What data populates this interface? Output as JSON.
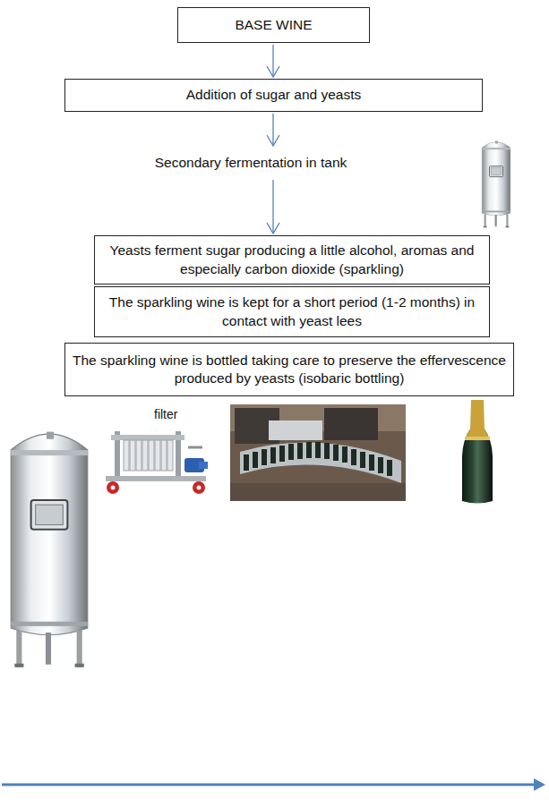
{
  "diagram": {
    "nodes": [
      {
        "text": [
          "BASE WINE"
        ]
      },
      {
        "text": [
          "Addition of sugar and yeasts"
        ]
      },
      {
        "text": [
          "Secondary fermentation in tank"
        ]
      },
      {
        "text": [
          "Yeasts ferment sugar producing a little alcohol, aromas and especially carbon dioxide (sparkling)"
        ]
      },
      {
        "text": [
          "The sparkling wine is kept for a short period (1-2 months) in contact with yeast lees"
        ]
      },
      {
        "text": [
          "The sparkling wine is bottled taking care to preserve the effervescence produced by yeasts (isobaric bottling)"
        ]
      }
    ],
    "edges": [
      {
        "from": 0,
        "to": 1,
        "arrow": "to"
      },
      {
        "from": 1,
        "to": 2,
        "arrow": "to"
      },
      {
        "from": 2,
        "to": 3,
        "arrow": "to"
      }
    ],
    "labels": [
      "filter"
    ]
  }
}
